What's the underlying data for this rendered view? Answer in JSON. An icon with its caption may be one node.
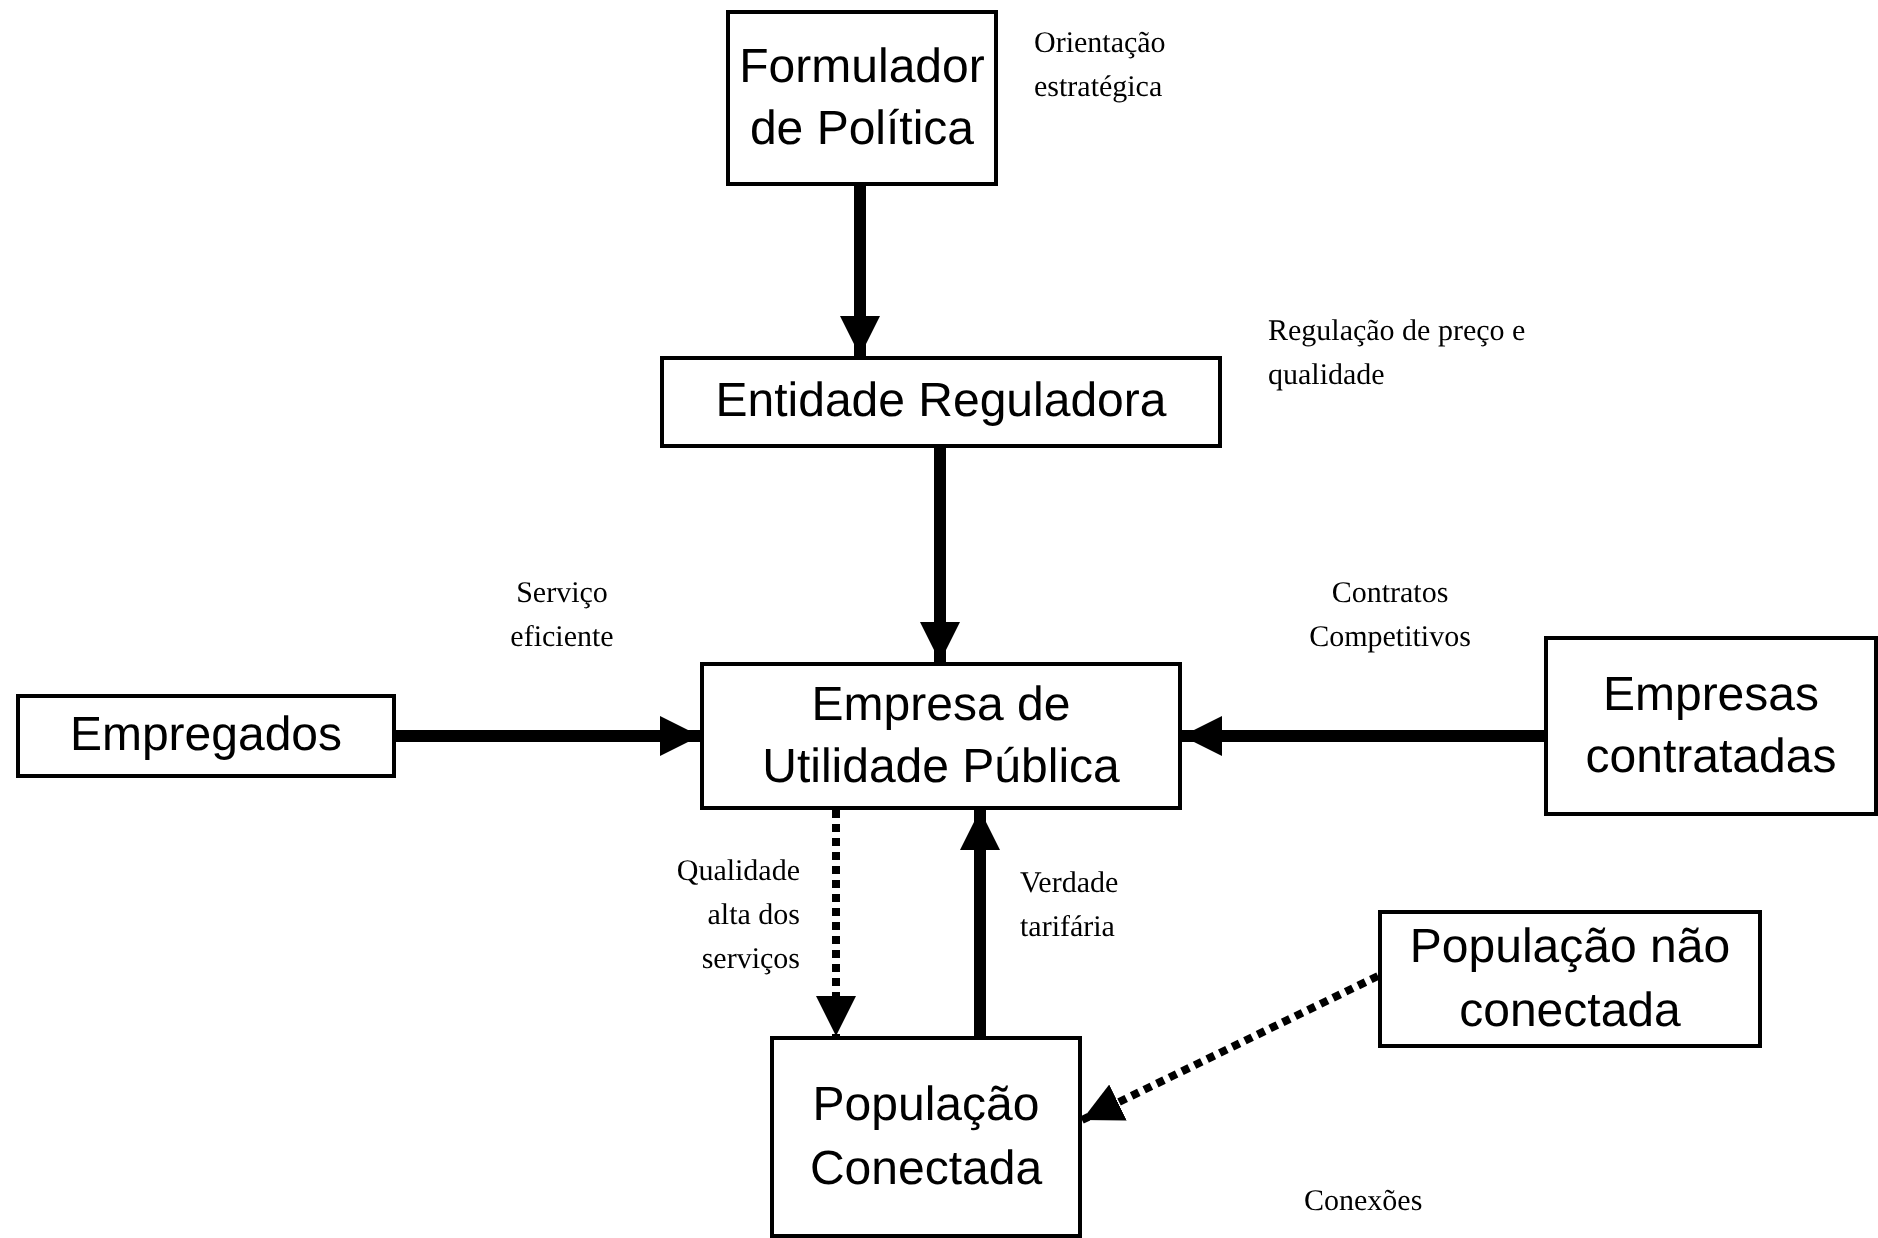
{
  "diagram": {
    "nodes": [
      {
        "text": [
          "Formulador de Política"
        ],
        "beside": [
          "Orientação estratégica"
        ]
      },
      {
        "text": [
          "Entidade Reguladora"
        ],
        "beside": [
          "Regulação de preço e qualidade"
        ]
      },
      {
        "text": [
          "Empresa de Utilidade Pública"
        ]
      },
      {
        "text": [
          "Empregados"
        ]
      },
      {
        "text": [
          "Empresas contratadas"
        ]
      },
      {
        "text": [
          "População Conectada"
        ]
      },
      {
        "text": [
          "População não conectada"
        ]
      }
    ],
    "edges": [
      {
        "from": 0,
        "to": 1,
        "arrow": "to"
      },
      {
        "from": 1,
        "to": 2,
        "arrow": "to"
      },
      {
        "from": 3,
        "to": 2,
        "arrow": "to",
        "label": "Serviço eficiente"
      },
      {
        "from": 4,
        "to": 2,
        "arrow": "to",
        "label": "Contratos Competitivos"
      },
      {
        "from": 2,
        "to": 5,
        "arrow": "to",
        "label": "Qualidade alta dos serviços",
        "style": "dashed"
      },
      {
        "from": 5,
        "to": 2,
        "arrow": "to",
        "label": "Verdade tarifária"
      },
      {
        "from": 6,
        "to": 5,
        "arrow": "to",
        "style": "dashed"
      }
    ],
    "labels": [
      "Conexões"
    ]
  }
}
